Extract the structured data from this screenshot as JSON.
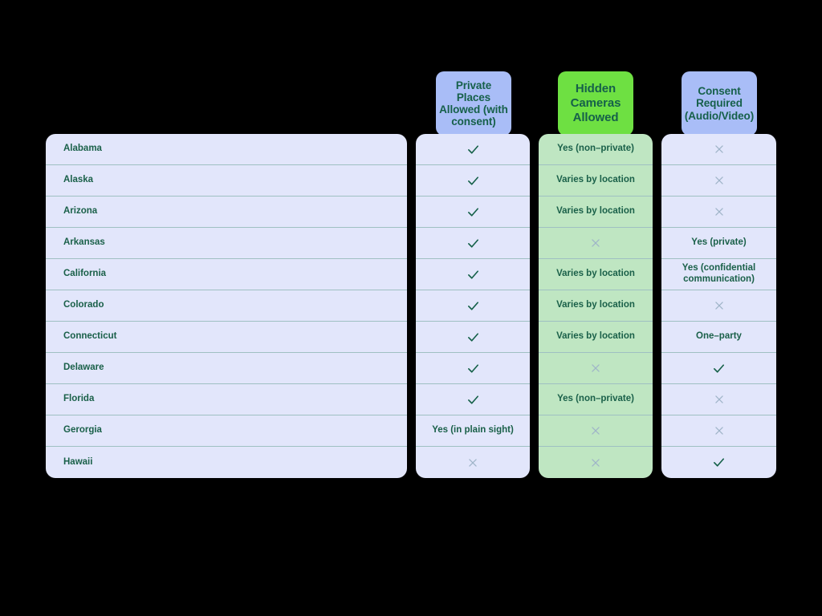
{
  "table": {
    "columns": [
      {
        "key": "state",
        "label": "",
        "style": "blue",
        "has_header_pill": false
      },
      {
        "key": "private",
        "label": "Private\nPlaces\nAllowed (with\nconsent)",
        "style": "blue",
        "has_header_pill": true,
        "pill_color": "#a9bdf7",
        "text_color": "#16604a"
      },
      {
        "key": "hidden",
        "label": "Hidden\nCameras\nAllowed",
        "style": "green",
        "has_header_pill": true,
        "pill_color": "#6ee042",
        "text_color": "#16604a"
      },
      {
        "key": "consent",
        "label": "Consent\nRequired\n(Audio/Video)",
        "style": "blue",
        "has_header_pill": true,
        "pill_color": "#a9bdf7",
        "text_color": "#16604a"
      }
    ],
    "rows": [
      {
        "state": "Alabama",
        "private": "check",
        "hidden": "Yes (non–private)",
        "consent": "cross"
      },
      {
        "state": "Alaska",
        "private": "check",
        "hidden": "Varies by location",
        "consent": "cross"
      },
      {
        "state": "Arizona",
        "private": "check",
        "hidden": "Varies by location",
        "consent": "cross"
      },
      {
        "state": "Arkansas",
        "private": "check",
        "hidden": "cross",
        "consent": "Yes (private)"
      },
      {
        "state": "California",
        "private": "check",
        "hidden": "Varies by location",
        "consent": "Yes (confidential communication)"
      },
      {
        "state": "Colorado",
        "private": "check",
        "hidden": "Varies by location",
        "consent": "cross"
      },
      {
        "state": "Connecticut",
        "private": "check",
        "hidden": "Varies by location",
        "consent": "One–party"
      },
      {
        "state": "Delaware",
        "private": "check",
        "hidden": "cross",
        "consent": "check"
      },
      {
        "state": "Florida",
        "private": "check",
        "hidden": "Yes (non–private)",
        "consent": "cross"
      },
      {
        "state": "Gerorgia",
        "private": "Yes (in plain sight)",
        "hidden": "cross",
        "consent": "cross"
      },
      {
        "state": "Hawaii",
        "private": "cross",
        "hidden": "cross",
        "consent": "check"
      }
    ]
  },
  "colors": {
    "background": "#000000",
    "panel_blue": "#e2e6fb",
    "panel_green": "#bfe6c2",
    "header_pill_blue": "#a9bdf7",
    "header_pill_green": "#6ee042",
    "text_green": "#1a6049",
    "divider": "#9fc0c2",
    "check_mark": "#146048",
    "cross_mark": "#9fb4c8"
  },
  "icons": {
    "check": "check-icon",
    "cross": "cross-icon"
  }
}
